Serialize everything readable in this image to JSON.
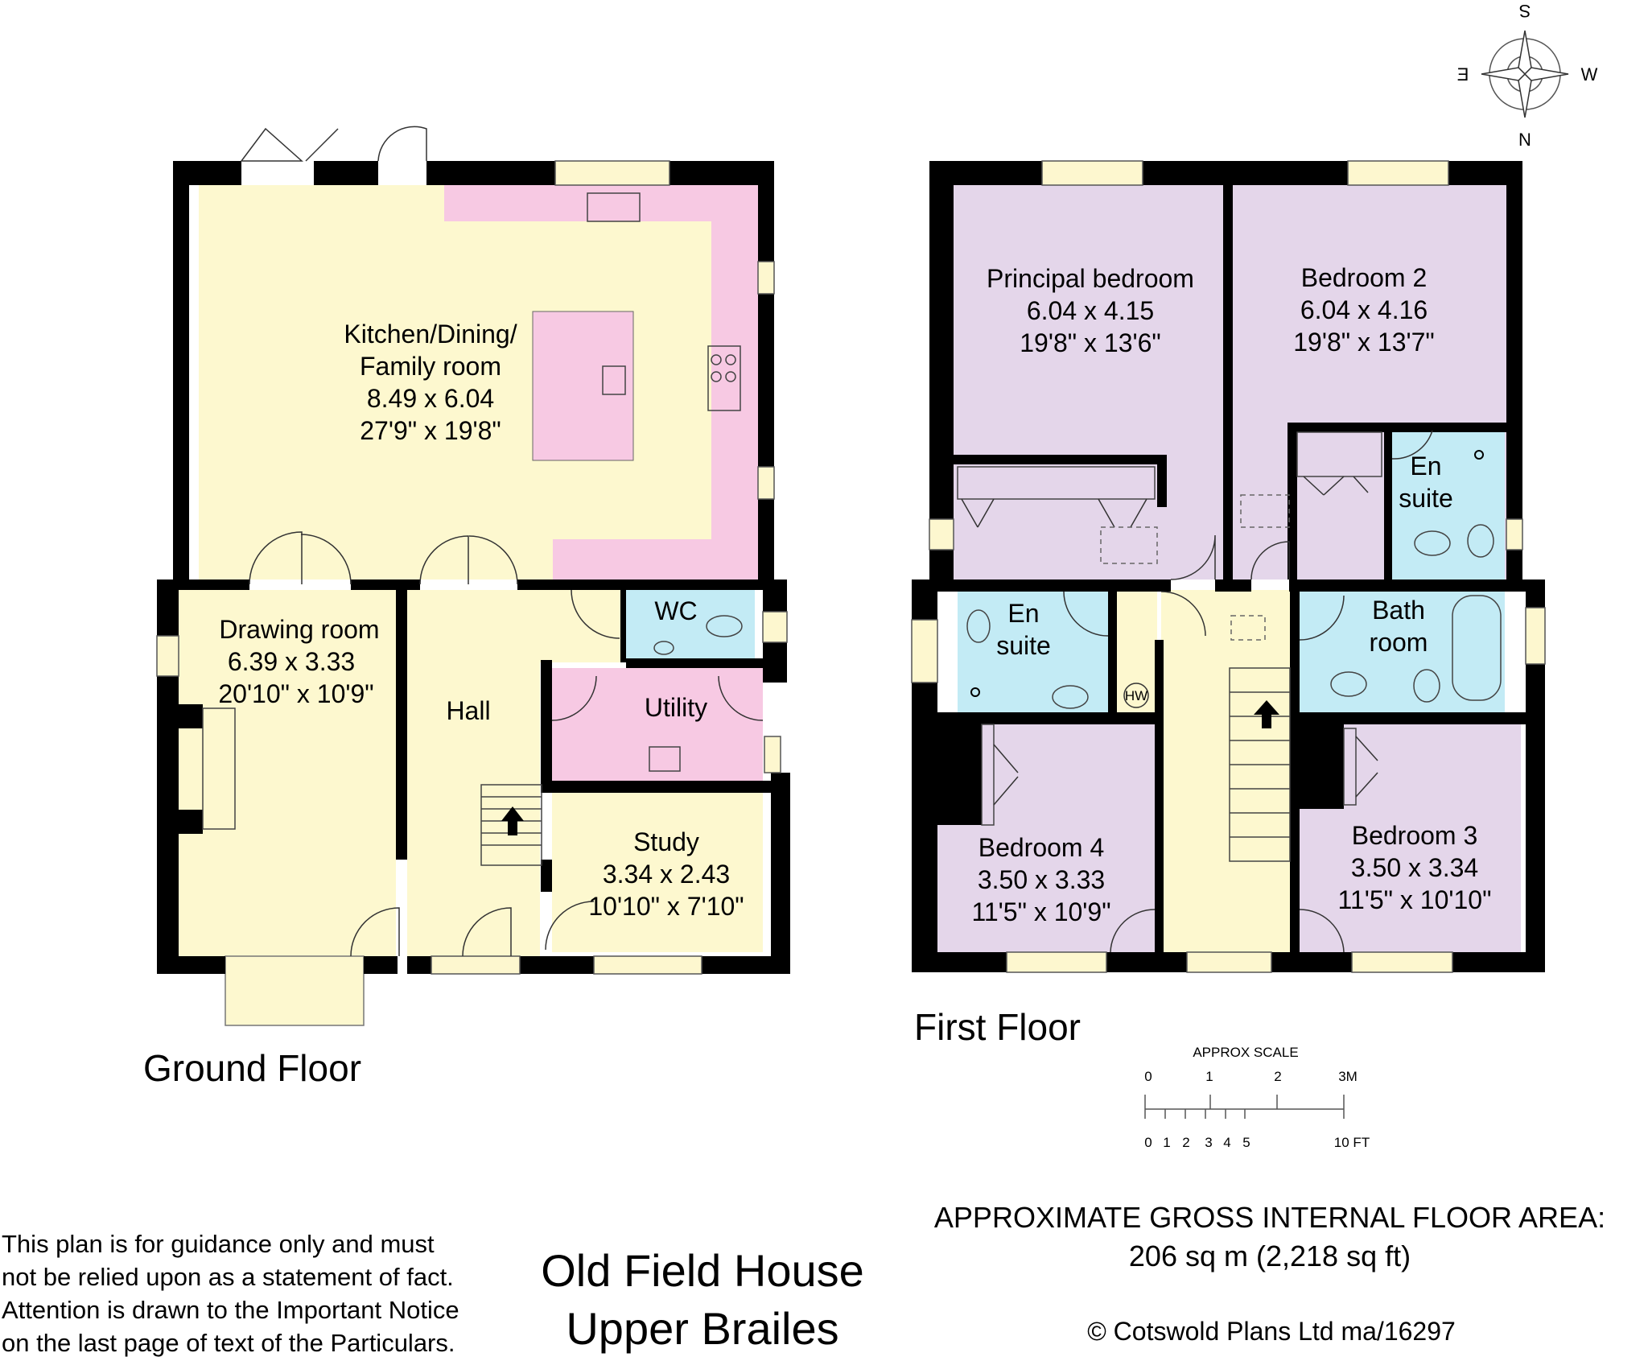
{
  "colors": {
    "wall": "#000000",
    "cream": "#fdf8cf",
    "pink": "#f7c9e3",
    "lilac": "#e4d6ea",
    "blue": "#c3ebf5"
  },
  "ground_floor": {
    "label": "Ground Floor",
    "rooms": {
      "kitchen": {
        "name1": "Kitchen/Dining/",
        "name2": "Family room",
        "metric": "8.49 x 6.04",
        "imperial": "27'9\" x 19'8\""
      },
      "drawing": {
        "name": "Drawing room",
        "metric": "6.39 x 3.33",
        "imperial": "20'10\" x 10'9\""
      },
      "hall": {
        "name": "Hall"
      },
      "wc": {
        "name": "WC"
      },
      "utility": {
        "name": "Utility"
      },
      "study": {
        "name": "Study",
        "metric": "3.34 x 2.43",
        "imperial": "10'10\" x 7'10\""
      }
    }
  },
  "first_floor": {
    "label": "First Floor",
    "rooms": {
      "principal": {
        "name": "Principal bedroom",
        "metric": "6.04 x 4.15",
        "imperial": "19'8\" x 13'6\""
      },
      "bed2": {
        "name": "Bedroom 2",
        "metric": "6.04 x 4.16",
        "imperial": "19'8\" x 13'7\""
      },
      "ensuite1": {
        "name1": "En",
        "name2": "suite"
      },
      "ensuite2": {
        "name1": "En",
        "name2": "suite"
      },
      "bath": {
        "name1": "Bath",
        "name2": "room"
      },
      "hw": {
        "name": "HW"
      },
      "bed4": {
        "name": "Bedroom 4",
        "metric": "3.50 x 3.33",
        "imperial": "11'5\" x 10'9\""
      },
      "bed3": {
        "name": "Bedroom 3",
        "metric": "3.50 x 3.34",
        "imperial": "11'5\" x 10'10\""
      }
    }
  },
  "compass": {
    "n": "N",
    "s": "S",
    "e": "E",
    "w": "W"
  },
  "scale": {
    "title": "APPROX SCALE",
    "metric_labels": [
      "0",
      "1",
      "2",
      "3M"
    ],
    "imperial_labels": [
      "0",
      "1",
      "2",
      "3",
      "4",
      "5",
      "10 FT"
    ]
  },
  "area": {
    "line1": "APPROXIMATE GROSS INTERNAL FLOOR AREA:",
    "line2": "206 sq m (2,218 sq ft)"
  },
  "copyright": "© Cotswold Plans Ltd ma/16297",
  "property": {
    "line1": "Old Field House",
    "line2": "Upper Brailes"
  },
  "disclaimer": [
    "This plan is for guidance only and must",
    "not be relied upon as a statement of fact.",
    "Attention is drawn to the Important Notice",
    "on the last page of text of the Particulars."
  ]
}
